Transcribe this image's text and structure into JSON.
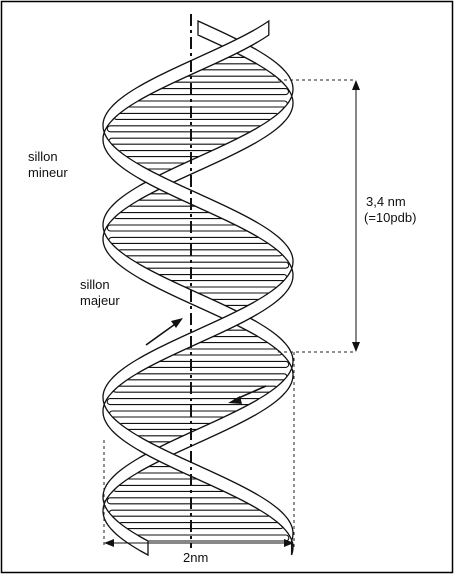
{
  "labels": {
    "minor_groove": [
      "sillon",
      "mineur"
    ],
    "major_groove": [
      "sillon",
      "majeur"
    ],
    "pitch": [
      "3,4 nm",
      "(=10pdb)"
    ],
    "width": "2nm"
  },
  "colors": {
    "line": "#111111",
    "background": "#ffffff"
  }
}
